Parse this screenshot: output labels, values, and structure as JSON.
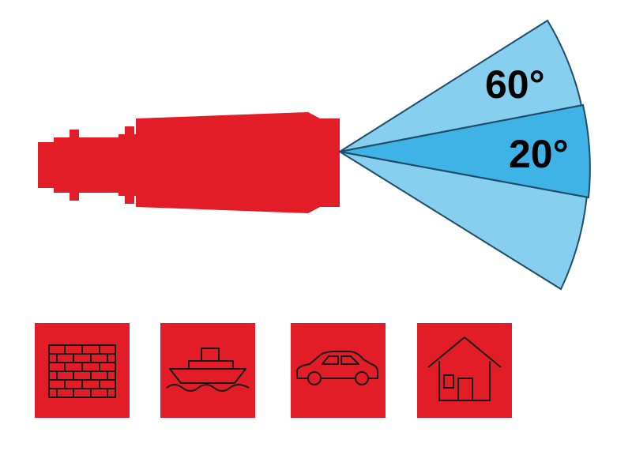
{
  "spray_angles": [
    {
      "label": "60°",
      "degrees": 60
    },
    {
      "label": "20°",
      "degrees": 20
    }
  ],
  "application_icons": [
    {
      "name": "brick-wall-icon"
    },
    {
      "name": "boat-icon"
    },
    {
      "name": "car-icon"
    },
    {
      "name": "house-icon"
    }
  ],
  "colors": {
    "nozzle": "#e21d28",
    "wide_spray": "#86cfee",
    "narrow_spray": "#3fb3e6",
    "outline": "#1e4d6b",
    "icon_box": "#e21d28",
    "icon_line": "#1a1a1a"
  }
}
